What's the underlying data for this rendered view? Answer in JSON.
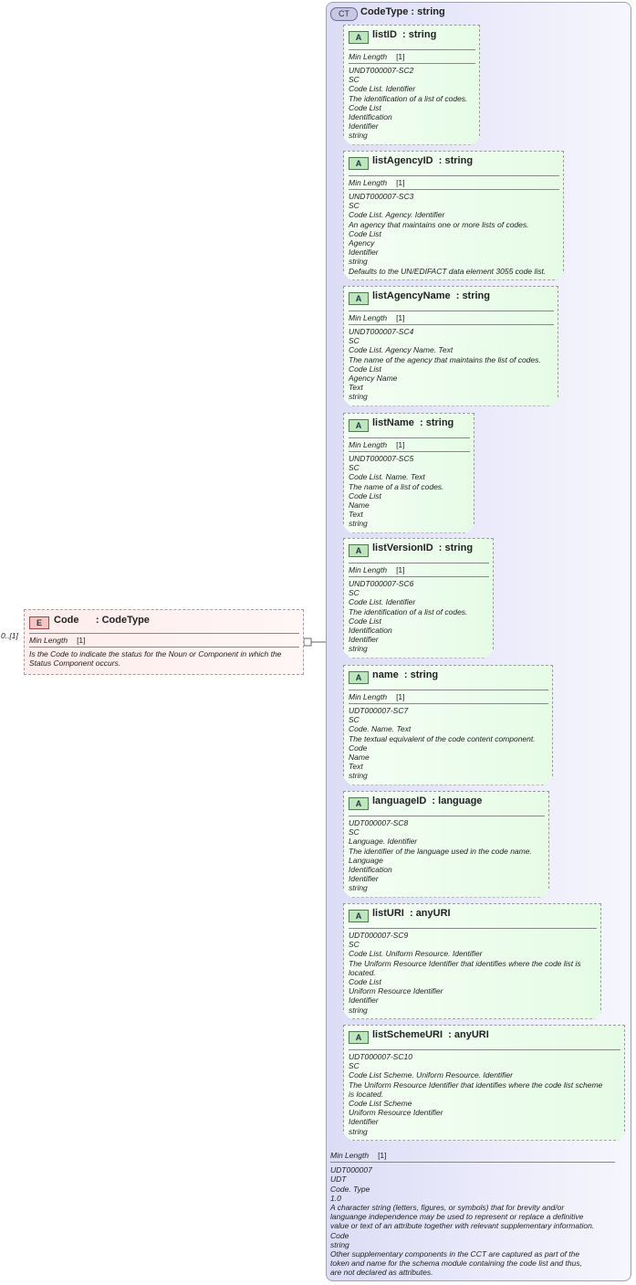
{
  "element": {
    "badge": "E",
    "name": "Code",
    "type": ": CodeType",
    "cardinality": "0..[1]",
    "facet_label": "Min Length",
    "facet_value": "[1]",
    "doc": [
      "Is the Code to indicate the status for the Noun or Component in which the",
      "Status Component occurs."
    ]
  },
  "complex_type": {
    "badge": "CT",
    "title": "CodeType",
    "type": ": string",
    "facet_label": "Min Length",
    "facet_value": "[1]",
    "notes": [
      "UDT000007",
      "UDT",
      "Code. Type",
      "1.0",
      "A character string (letters, figures, or symbols) that for brevity and/or",
      "languange independence may be used to represent or replace a definitive",
      "value or text of an attribute together with relevant supplementary information.",
      "Code",
      "string",
      "Other supplementary components in the CCT are captured as part of the",
      "token and name for the schema module containing the code list and thus,",
      "are not declared as attributes."
    ]
  },
  "attributes": [
    {
      "badge": "A",
      "name": "listID",
      "type": ": string",
      "facet_label": "Min Length",
      "facet_value": "[1]",
      "notes": [
        "UNDT000007-SC2",
        "SC",
        "Code List. Identifier",
        "The identification of a list of codes.",
        "Code List",
        "Identification",
        "Identifier",
        "string"
      ]
    },
    {
      "badge": "A",
      "name": "listAgencyID",
      "type": ": string",
      "facet_label": "Min Length",
      "facet_value": "[1]",
      "notes": [
        "UNDT000007-SC3",
        "SC",
        "Code List. Agency. Identifier",
        "An agency that maintains one or more lists of codes.",
        "Code List",
        "Agency",
        "Identifier",
        "string",
        "Defaults to the UN/EDIFACT data element 3055 code list."
      ]
    },
    {
      "badge": "A",
      "name": "listAgencyName",
      "type": ": string",
      "facet_label": "Min Length",
      "facet_value": "[1]",
      "notes": [
        "UNDT000007-SC4",
        "SC",
        "Code List. Agency Name. Text",
        "The name of the agency that maintains the list of codes.",
        "Code List",
        "Agency Name",
        "Text",
        "string"
      ]
    },
    {
      "badge": "A",
      "name": "listName",
      "type": ": string",
      "facet_label": "Min Length",
      "facet_value": "[1]",
      "notes": [
        "UNDT000007-SC5",
        "SC",
        "Code List. Name. Text",
        "The name of a list of codes.",
        "Code List",
        "Name",
        "Text",
        "string"
      ]
    },
    {
      "badge": "A",
      "name": "listVersionID",
      "type": ": string",
      "facet_label": "Min Length",
      "facet_value": "[1]",
      "notes": [
        "UNDT000007-SC6",
        "SC",
        "Code List. Identifier",
        "The identification of a list of codes.",
        "Code List",
        "Identification",
        "Identifier",
        "string"
      ]
    },
    {
      "badge": "A",
      "name": "name",
      "type": ": string",
      "facet_label": "Min Length",
      "facet_value": "[1]",
      "notes": [
        "UDT000007-SC7",
        "SC",
        "Code. Name. Text",
        "The textual equivalent of the code content component.",
        "Code",
        "Name",
        "Text",
        "string"
      ]
    },
    {
      "badge": "A",
      "name": "languageID",
      "type": ": language",
      "facet_label": "",
      "facet_value": "",
      "notes": [
        "UDT000007-SC8",
        "SC",
        "Language. Identifier",
        "The identifier of the language used in the code name.",
        "Language",
        "Identification",
        "Identifier",
        "string"
      ]
    },
    {
      "badge": "A",
      "name": "listURI",
      "type": ": anyURI",
      "facet_label": "",
      "facet_value": "",
      "notes": [
        "UDT000007-SC9",
        "SC",
        "Code List. Uniform Resource. Identifier",
        "The Uniform Resource Identifier that identifies where the code list is",
        "located.",
        "Code List",
        "Uniform Resource Identifier",
        "Identifier",
        "string"
      ]
    },
    {
      "badge": "A",
      "name": "listSchemeURI",
      "type": ": anyURI",
      "facet_label": "",
      "facet_value": "",
      "notes": [
        "UDT000007-SC10",
        "SC",
        "Code List Scheme. Uniform Resource. Identifier",
        "The Uniform Resource Identifier that identifies where the code list scheme",
        "is located.",
        "Code List Scheme",
        "Uniform Resource Identifier",
        "Identifier",
        "string"
      ]
    }
  ]
}
